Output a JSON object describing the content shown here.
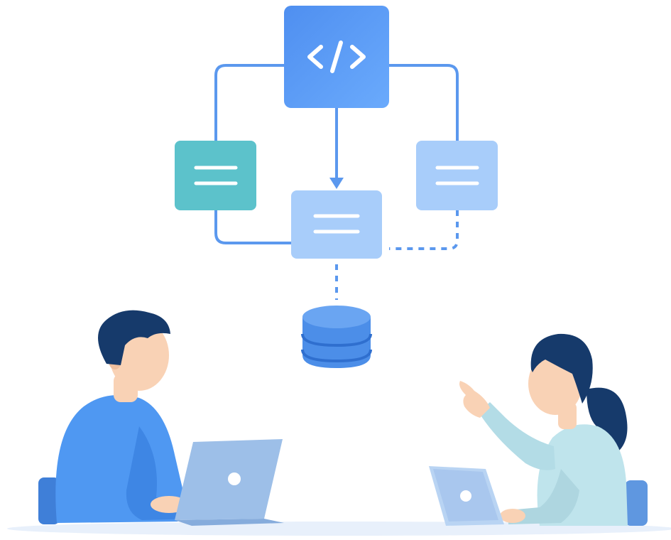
{
  "scene": {
    "description_visible_text": "",
    "code_node": {
      "icon": "code-brackets-icon",
      "glyph": "</>"
    },
    "module_nodes": [
      {
        "icon": "lines-icon",
        "role": "left-module"
      },
      {
        "icon": "lines-icon",
        "role": "center-module"
      },
      {
        "icon": "lines-icon",
        "role": "right-module"
      }
    ],
    "database": {
      "icon": "database-icon"
    },
    "people": [
      {
        "role": "man-with-laptop"
      },
      {
        "role": "woman-pointing-with-laptop"
      }
    ]
  },
  "colors": {
    "code_box": "#4f8ff0",
    "code_box_light": "#67a8fb",
    "left_box": "#5cc2cb",
    "center_box": "#a8cdfa",
    "right_box": "#a8cdfa",
    "connector": "#5b98ee",
    "database": "#4c8ee8",
    "database_dark": "#2f6fcf",
    "man_shirt": "#4f98f2",
    "man_hair": "#163a6b",
    "woman_shirt": "#bfe4ec",
    "woman_hair": "#163a6b",
    "skin": "#f9d2b5",
    "laptop": "#9dbfe8",
    "desk": "#e8f0fb"
  }
}
